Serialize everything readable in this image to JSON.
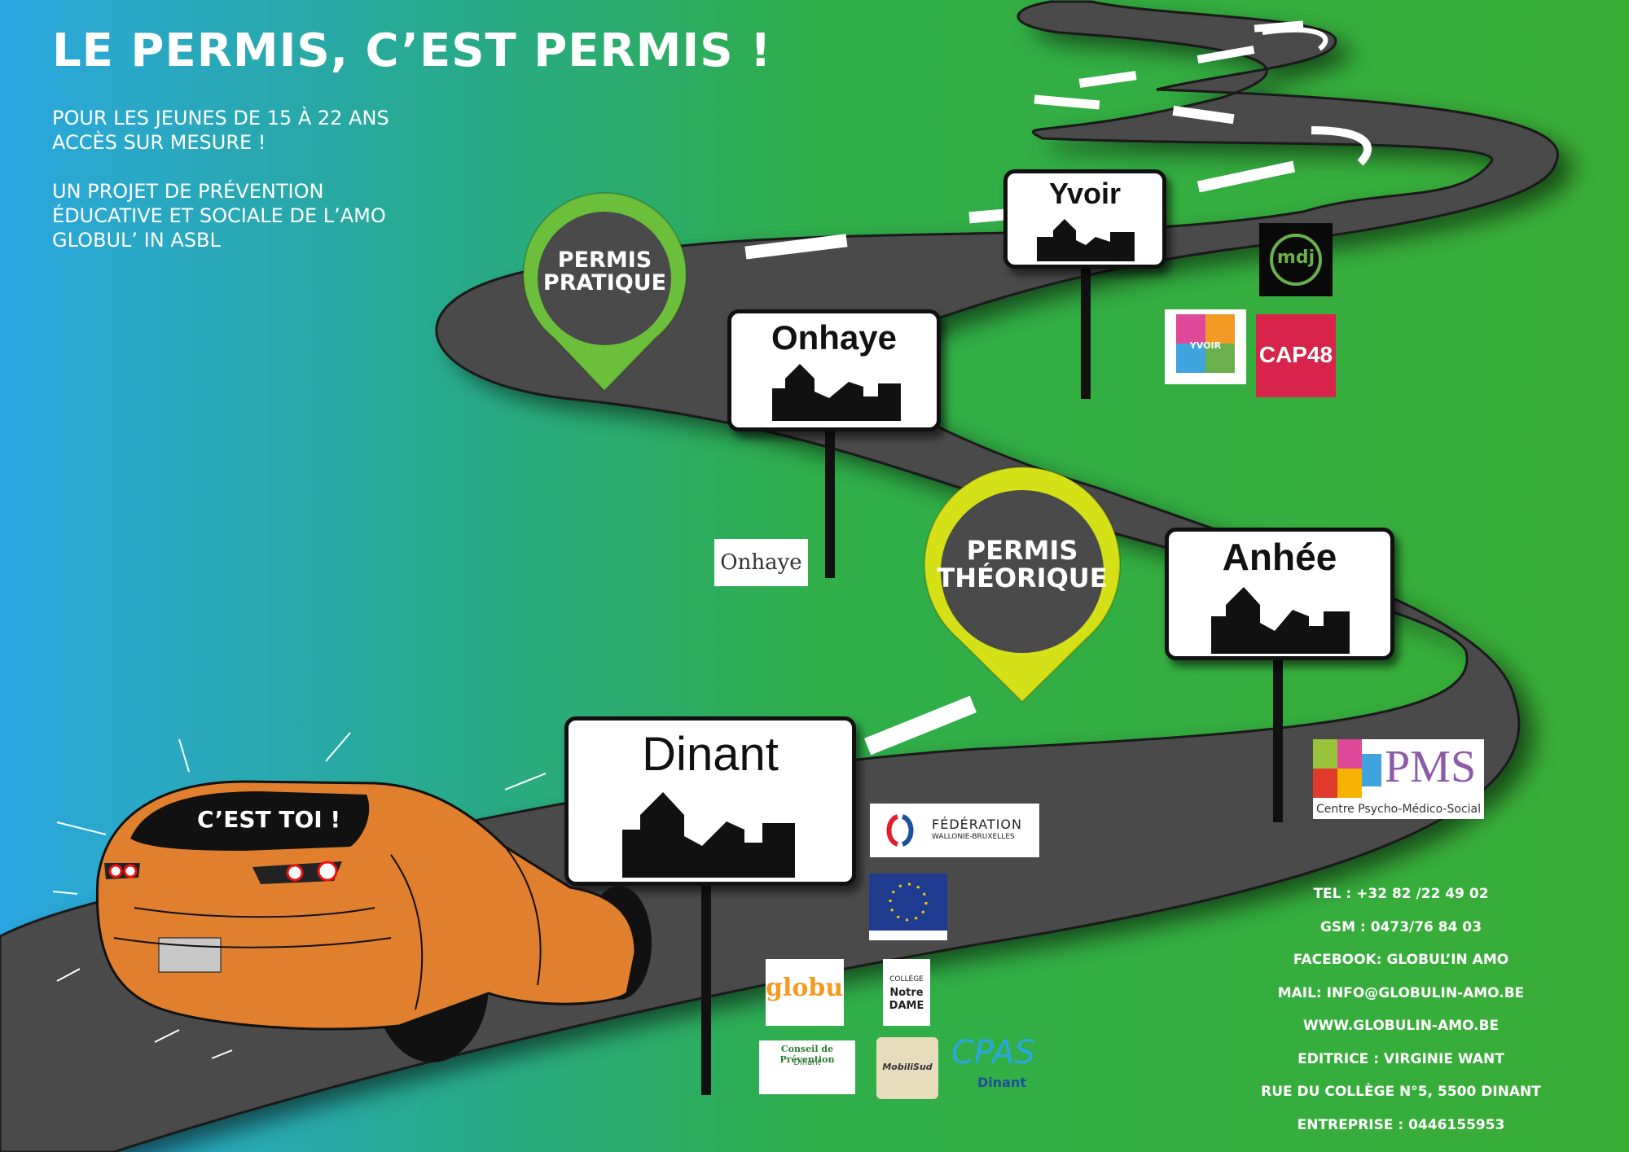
{
  "headline": "LE PERMIS, C’EST PERMIS !",
  "intro": {
    "line1": "POUR LES JEUNES DE 15 À 22 ANS",
    "line2": "ACCÈS SUR MESURE  !",
    "line3": "UN PROJET DE PRÉVENTION",
    "line4": "ÉDUCATIVE ET SOCIALE DE L’AMO",
    "line5": "GLOBUL’ IN ASBL"
  },
  "pins": {
    "pratique": {
      "line1": "PERMIS",
      "line2": "PRATIQUE",
      "color": "#6cbf3a"
    },
    "theorique": {
      "line1": "PERMIS",
      "line2": "THÉORIQUE",
      "color": "#d5e016"
    }
  },
  "signs": {
    "yvoir": "Yvoir",
    "onhaye": "Onhaye",
    "anhee": "Anhée",
    "dinant": "Dinant"
  },
  "car": {
    "label": "C’EST TOI !",
    "color": "#e07f2e"
  },
  "logos": {
    "mdj": "mdj",
    "cap48": "CAP48",
    "plan_cohesion": "YVOIR",
    "onhaye_logo": "Onhaye",
    "pms_title": "PMS",
    "pms_caption": "Centre Psycho-Médico-Social",
    "federation_line1": "FÉDÉRATION",
    "federation_line2": "WALLONIE-BRUXELLES",
    "globul": "globul",
    "college_line1": "COLLÈGE",
    "college_line2": "Notre",
    "college_line3": "DAME",
    "conseil_line1": "Conseil de Prévention",
    "conseil_line2": "Dinant",
    "mobilisud": "MobiliSud",
    "cpas": "CPAS",
    "cpas_sub": "Dinant"
  },
  "contact": [
    "TEL : +32 82 /22 49 02",
    "GSM : 0473/76 84 03",
    "FACEBOOK: GLOBUL’IN AMO",
    "MAIL: INFO@GLOBULIN-AMO.BE",
    "WWW.GLOBULIN-AMO.BE",
    "EDITRICE : VIRGINIE WANT",
    "RUE DU COLLÈGE N°5, 5500 DINANT",
    "ENTREPRISE : 0446155953"
  ],
  "colors": {
    "bg_left": "#2ea8e0",
    "bg_mid": "#2ab06a",
    "bg_right": "#3aad35",
    "road": "#4a4a4a"
  }
}
